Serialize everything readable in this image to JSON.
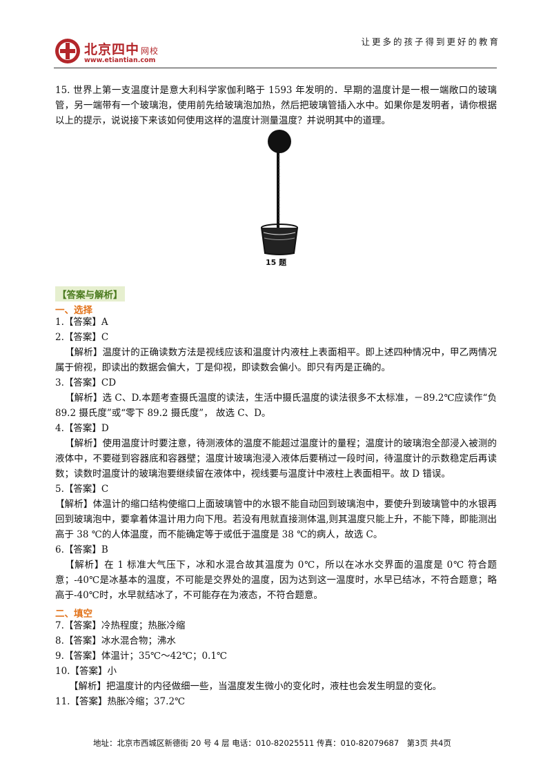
{
  "header": {
    "logo_name": "北京四中",
    "logo_suffix": "网校",
    "logo_url": "www.etiantian.com",
    "slogan": "让更多的孩子得到更好的教育"
  },
  "question": {
    "text": "15. 世界上第一支温度计是意大利科学家伽利略于 1593 年发明的．早期的温度计是一根一端敞口的玻璃管，另一端带有一个玻璃泡，使用前先给玻璃泡加热，然后把玻璃管插入水中。如果你是发明者，请你根据以上的提示，说说接下来该如何使用这样的温度计测量温度？并说明其中的道理。",
    "figure_caption": "15 题"
  },
  "answers": {
    "title": "【答案与解析】",
    "section1": "一、选择",
    "a1": "1.【答案】A",
    "a2": "2.【答案】C",
    "a2_exp": "【解析】温度计的正确读数方法是视线应该和温度计内液柱上表面相平。即上述四种情况中，甲乙两情况属于俯视，即读出的数据会偏大，丁是仰视，即读数会偏小。即只有丙是正确的。",
    "a3": "3.【答案】CD",
    "a3_exp": "【解析】选 C、D.本题考查摄氏温度的读法，生活中摄氏温度的读法很多不太标准，－89.2℃应读作“负 89.2 摄氏度”或“零下 89.2 摄氏度”， 故选 C、D。",
    "a4": "4.【答案】D",
    "a4_exp": "【解析】使用温度计时要注意，待测液体的温度不能超过温度计的量程；温度计的玻璃泡全部浸入被测的液体中，不要碰到容器底和容器壁；温度计玻璃泡浸入液体后要稍过一段时间，待温度计的示数稳定后再读数；读数时温度计的玻璃泡要继续留在液体中，视线要与温度计中液柱上表面相平。故 D 错误。",
    "a5": "5.【答案】C",
    "a5_exp": "【解析】体温计的缩口结构使缩口上面玻璃管中的水银不能自动回到玻璃泡中，要使升到玻璃管中的水银再回到玻璃泡中，要拿着体温计用力向下甩。若没有甩就直接测体温,则其温度只能上升，不能下降，即能测出高于 38 ℃的人体温度，而不能确定等于或低于温度是 38 ℃的病人，故选 C。",
    "a6": "6.【答案】B",
    "a6_exp": "【解析】在 1 标准大气压下，冰和水混合故其温度为 0℃，所以在冰水交界面的温度是 0℃ 符合题意；-40℃是冰基本的温度，不可能是交界处的温度，因为达到这一温度时，水早已结冰，不符合题意；略高于-40℃时，水早就结冰了，不可能存在为液态，不符合题意。",
    "section2": "二、填空",
    "a7": "7.【答案】冷热程度；热胀冷缩",
    "a8": "8.【答案】冰水混合物；沸水",
    "a9": "9.【答案】体温计；35℃～42℃；0.1℃",
    "a10": "10.【答案】小",
    "a10_exp": "【解析】把温度计的内径做细一些，当温度发生微小的变化时，液柱也会发生明显的变化。",
    "a11": "11.【答案】热胀冷缩；37.2℃"
  },
  "footer": {
    "text": "地址：北京市西城区新德街 20 号 4 层 电话：010-82025511 传真：010-82079687　第3页 共4页"
  }
}
